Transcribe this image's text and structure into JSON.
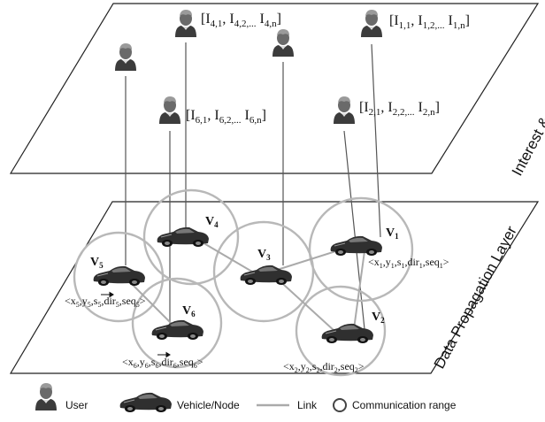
{
  "colors": {
    "plane_stroke": "#222222",
    "link": "#aaaaaa",
    "range": "#b8b8b8",
    "tether": "#555555",
    "user": "#5a5a5a",
    "car": "#2f2f2f",
    "text": "#111111"
  },
  "layers": {
    "top": "Interest & Content  Layer",
    "bottom": "Data Propagation Layer"
  },
  "users": [
    {
      "id": "u4",
      "label": "[I4,1, I4,2,..., I4,n]",
      "interest": {
        "pre": "[I",
        "a": "4,1",
        "b": "4,2,...",
        "c": "4,n"
      }
    },
    {
      "id": "u1",
      "label": "[I1,1, I1,2,..., I1,n]",
      "interest": {
        "pre": "[I",
        "a": "1,1",
        "b": "1,2,...",
        "c": "1,n"
      }
    },
    {
      "id": "u6",
      "label": "[I6,1, I6,2,..., I6,n]",
      "interest": {
        "pre": "[I",
        "a": "6,1",
        "b": "6,2,...",
        "c": "6,n"
      }
    },
    {
      "id": "u2",
      "label": "[I2,1, I2,2,..., I2,n]",
      "interest": {
        "pre": "[I",
        "a": "2,1",
        "b": "2,2,...",
        "c": "2,n"
      }
    },
    {
      "id": "u5",
      "label": ""
    },
    {
      "id": "u3",
      "label": ""
    }
  ],
  "vehicles": [
    {
      "id": "V1",
      "name": "V",
      "sub": "1",
      "state": "<x1,y1,s1,dir1,seq1>"
    },
    {
      "id": "V2",
      "name": "V",
      "sub": "2",
      "state": "<x2,y2,s2,dir2,seq2>"
    },
    {
      "id": "V3",
      "name": "V",
      "sub": "3",
      "state": ""
    },
    {
      "id": "V4",
      "name": "V",
      "sub": "4",
      "state": ""
    },
    {
      "id": "V5",
      "name": "V",
      "sub": "5",
      "state": "<x5,y5,s5,dir5,seq5>"
    },
    {
      "id": "V6",
      "name": "V",
      "sub": "6",
      "state": "<x6,y6,s6,dir6,seq6>"
    }
  ],
  "legend": {
    "user": "User",
    "vehicle": "Vehicle/Node",
    "link": "Link",
    "range": "Communication range"
  }
}
